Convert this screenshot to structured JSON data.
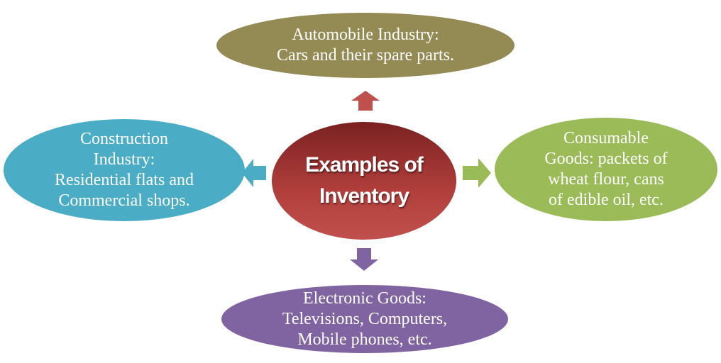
{
  "center": {
    "title": "Examples of\nInventory",
    "color": "#C0504D"
  },
  "nodes": {
    "top": {
      "text": "Automobile Industry:\nCars and their spare parts.",
      "color": "#948A54"
    },
    "left": {
      "text": "Construction\nIndustry:\nResidential flats and\nCommercial shops.",
      "color": "#4BACC6"
    },
    "right": {
      "text": "Consumable\nGoods: packets of\nwheat flour, cans\nof edible oil, etc.",
      "color": "#9BBB59"
    },
    "bottom": {
      "text": "Electronic Goods:\nTelevisions, Computers,\nMobile phones, etc.",
      "color": "#8064A2"
    }
  }
}
